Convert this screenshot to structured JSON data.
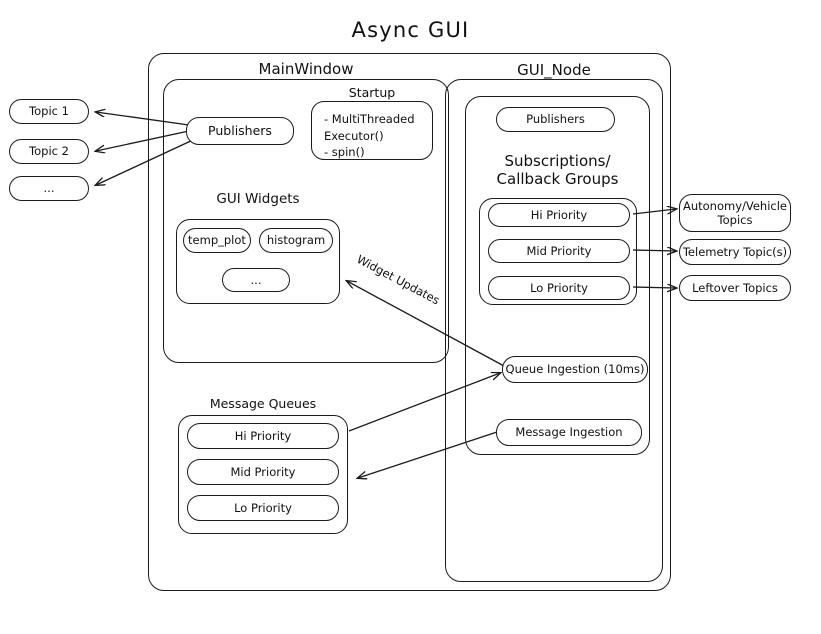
{
  "title": "Async  GUI",
  "diagram": {
    "outer_container": {
      "name": "outer-frame"
    },
    "mainwindow": {
      "label": "MainWindow",
      "startup": {
        "label": "Startup",
        "lines": [
          "- MultiThreaded",
          "  Executor()",
          "- spin()"
        ]
      },
      "publishers": "Publishers",
      "gui_widgets": {
        "label": "GUI Widgets",
        "widgets": [
          "temp_plot",
          "histogram",
          "..."
        ]
      },
      "message_queues": {
        "label": "Message Queues",
        "queues": [
          "Hi Priority",
          "Mid Priority",
          "Lo Priority"
        ]
      }
    },
    "gui_node": {
      "label": "GUI_Node",
      "publishers": "Publishers",
      "subscriptions_label": "Subscriptions/\nCallback Groups",
      "callback_groups": [
        "Hi Priority",
        "Mid Priority",
        "Lo Priority"
      ],
      "queue_ingestion": "Queue Ingestion (10ms)",
      "message_ingestion": "Message Ingestion"
    },
    "left_topics": [
      "Topic 1",
      "Topic 2",
      "..."
    ],
    "right_topics": [
      "Autonomy/Vehicle\nTopics",
      "Telemetry Topic(s)",
      "Leftover Topics"
    ],
    "edges": [
      {
        "label": "Widget Updates"
      }
    ]
  },
  "colors": {
    "stroke": "#1b1b1b",
    "background": "#ffffff",
    "text": "#111111"
  }
}
